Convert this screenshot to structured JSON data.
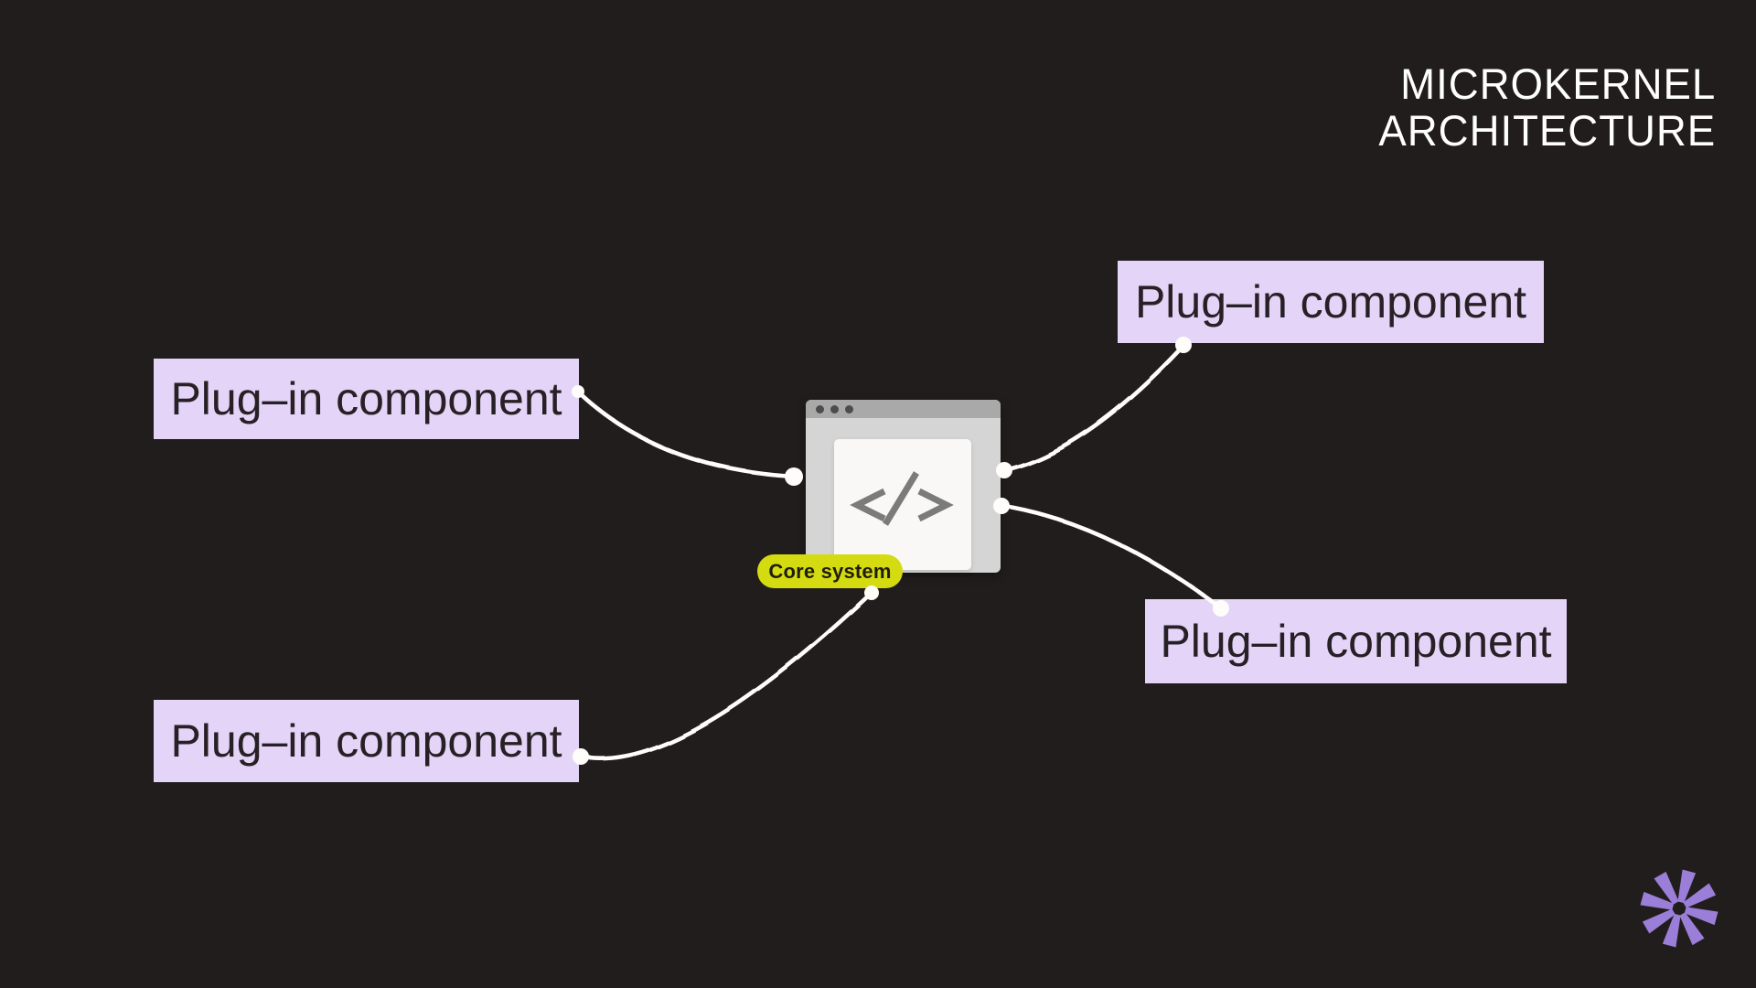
{
  "title": {
    "line1": "MICROKERNEL",
    "line2": "ARCHITECTURE"
  },
  "core": {
    "label": "Core system"
  },
  "components": [
    {
      "position": "top-left",
      "label": "Plug–in component"
    },
    {
      "position": "top-right",
      "label": "Plug–in component"
    },
    {
      "position": "bottom-left",
      "label": "Plug–in component"
    },
    {
      "position": "bottom-right",
      "label": "Plug–in component"
    }
  ],
  "icons": {
    "code_icon": "code-tag </>",
    "window_buttons_icon": "three-dots",
    "asterisk_icon": "asterisk-star"
  },
  "colors": {
    "background": "#211d1d",
    "title_text": "#ffffff",
    "component_fill": "#e3d4f8",
    "component_text": "#272025",
    "core_pill": "#d5db11",
    "core_pill_text": "#1f1e08",
    "connector": "#fffdf9",
    "window_body": "#d5d5d5",
    "window_titlebar": "#a9a9a9",
    "window_panel": "#f9f8f7",
    "code_glyph": "#7b7b7b",
    "asterisk": "#9b7ed8"
  }
}
